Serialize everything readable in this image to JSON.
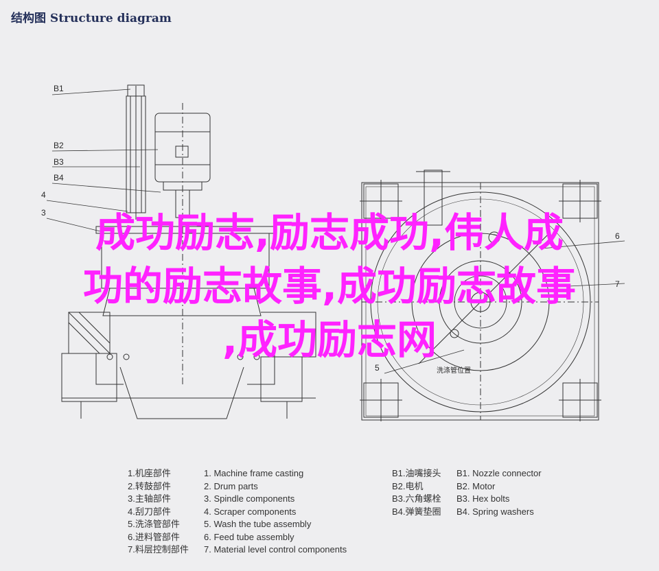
{
  "header": {
    "title_cn": "结构图",
    "title_en": "Structure diagram"
  },
  "callouts": {
    "b1": "B1",
    "b2": "B2",
    "b3": "B3",
    "b4": "B4",
    "n4": "4",
    "n3": "3",
    "n6": "6",
    "n7": "7",
    "n5": "5",
    "wash_tube": "洗涤管位置"
  },
  "overlay": {
    "line1": "成功励志,励志成功,伟人成",
    "line2": "功的励志故事,成功励志故事",
    "line3": ",成功励志网"
  },
  "legend": {
    "parts_cn": [
      "1.机座部件",
      "2.转鼓部件",
      "3.主轴部件",
      "4.刮刀部件",
      "5.洗涤管部件",
      "6.进料管部件",
      "7.料层控制部件"
    ],
    "parts_en": [
      "1. Machine frame casting",
      "2. Drum parts",
      "3. Spindle components",
      "4. Scraper components",
      "5. Wash the tube assembly",
      "6. Feed tube assembly",
      "7. Material level control components"
    ],
    "accessories_cn": [
      "B1.油嘴接头",
      "B2.电机",
      "B3.六角螺栓",
      "B4.弹簧垫圈"
    ],
    "accessories_en": [
      "B1. Nozzle connector",
      "B2. Motor",
      "B3. Hex bolts",
      "B4. Spring washers"
    ]
  }
}
